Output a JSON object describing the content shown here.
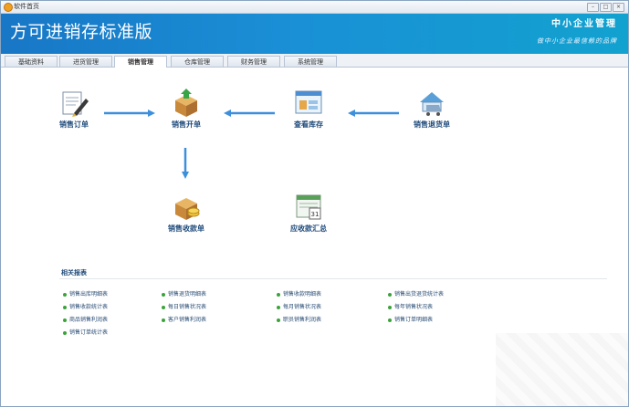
{
  "window": {
    "title": "软件首页",
    "controls": [
      "min",
      "max",
      "close"
    ]
  },
  "header": {
    "brand": "方可进销存标准版",
    "slogan1": "中小企业管理",
    "slogan2": "做中小企业最信赖的品牌"
  },
  "tabs": [
    {
      "label": "基础资料",
      "active": false
    },
    {
      "label": "进货管理",
      "active": false
    },
    {
      "label": "销售管理",
      "active": true
    },
    {
      "label": "仓库管理",
      "active": false
    },
    {
      "label": "财务管理",
      "active": false
    },
    {
      "label": "系统管理",
      "active": false
    }
  ],
  "flow": {
    "sales_order": "销售订单",
    "sales_invoice": "销售开单",
    "view_stock": "查看库存",
    "sales_return": "销售退货单",
    "sales_receipt": "销售收款单",
    "receivable_summary": "应收款汇总"
  },
  "reports": {
    "title": "相关报表",
    "col1": [
      "销售出库明细表",
      "销售收款统计表",
      "商品销售利润表",
      "销售订单统计表"
    ],
    "col2": [
      "销售退货明细表",
      "每日销售状况表",
      "客户销售利润表"
    ],
    "col3": [
      "销售收款明细表",
      "每月销售状况表",
      "职员销售利润表"
    ],
    "col4": [
      "销售出货退货统计表",
      "每年销售状况表",
      "销售订单明细表"
    ]
  },
  "colors": {
    "header_start": "#1877c6",
    "header_end": "#12a2cf",
    "arrow": "#3d8fdc",
    "label": "#1f4a7a"
  }
}
